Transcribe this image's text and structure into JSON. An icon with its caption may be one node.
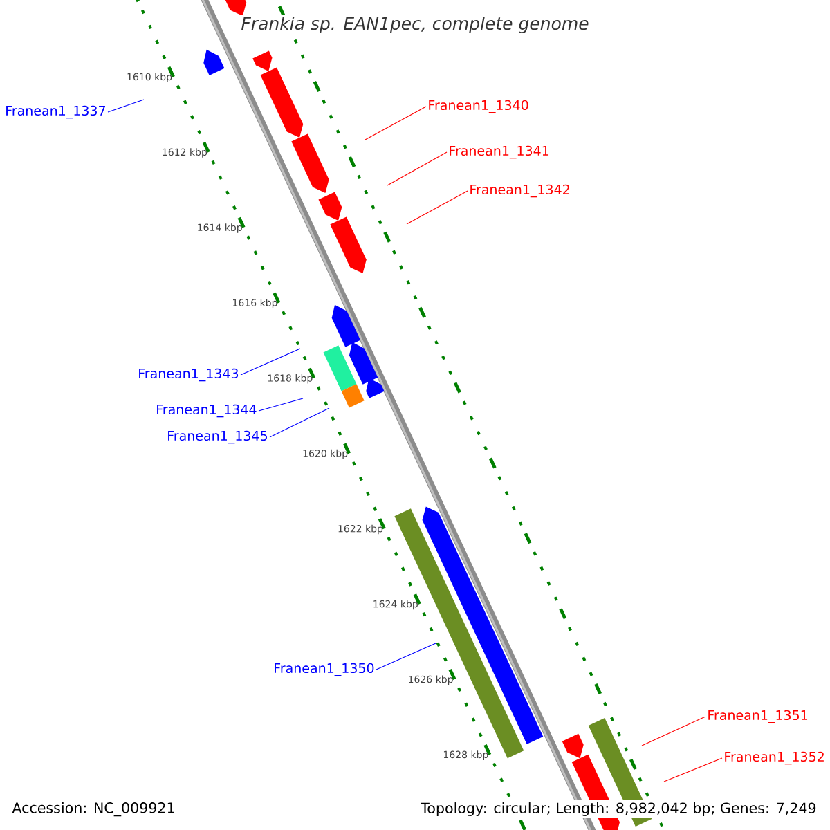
{
  "diagram": {
    "title": "Frankia sp. EAN1pec, complete genome",
    "nodes": [
      {
        "text": [
          "Franean1_1340"
        ]
      },
      {
        "text": [
          "Franean1_1337"
        ]
      },
      {
        "text": [
          "Franean1_1341"
        ]
      },
      {
        "text": [
          "Franean1_1342"
        ]
      },
      {
        "text": [
          "Franean1_1343"
        ]
      },
      {
        "text": [
          "Franean1_1344"
        ]
      },
      {
        "text": [
          "Franean1_1345"
        ]
      },
      {
        "text": [
          "Franean1_1350"
        ]
      },
      {
        "text": [
          "Franean1_1351"
        ]
      },
      {
        "text": [
          "Franean1_1352"
        ]
      }
    ],
    "edges": [
      {
        "from": 0,
        "to": null,
        "arrow": "none",
        "color": "#ff0000"
      },
      {
        "from": 1,
        "to": null,
        "arrow": "none",
        "color": "#0000ff"
      },
      {
        "from": 2,
        "to": null,
        "arrow": "none",
        "color": "#ff0000"
      },
      {
        "from": 3,
        "to": null,
        "arrow": "none",
        "color": "#ff0000"
      },
      {
        "from": 4,
        "to": null,
        "arrow": "none",
        "color": "#0000ff"
      },
      {
        "from": 5,
        "to": null,
        "arrow": "none",
        "color": "#0000ff"
      },
      {
        "from": 6,
        "to": null,
        "arrow": "none",
        "color": "#0000ff"
      },
      {
        "from": 7,
        "to": null,
        "arrow": "none",
        "color": "#0000ff"
      },
      {
        "from": 8,
        "to": null,
        "arrow": "none",
        "color": "#ff0000"
      },
      {
        "from": 9,
        "to": null,
        "arrow": "none",
        "color": "#ff0000"
      }
    ],
    "labels": [
      "1610 kbp",
      "1612 kbp",
      "1614 kbp",
      "1616 kbp",
      "1618 kbp",
      "1620 kbp",
      "1622 kbp",
      "1624 kbp",
      "1626 kbp",
      "1628 kbp",
      "Accession: NC_009921",
      "Topology: circular; Length: 8,982,042 bp; Genes: 7,249"
    ]
  }
}
